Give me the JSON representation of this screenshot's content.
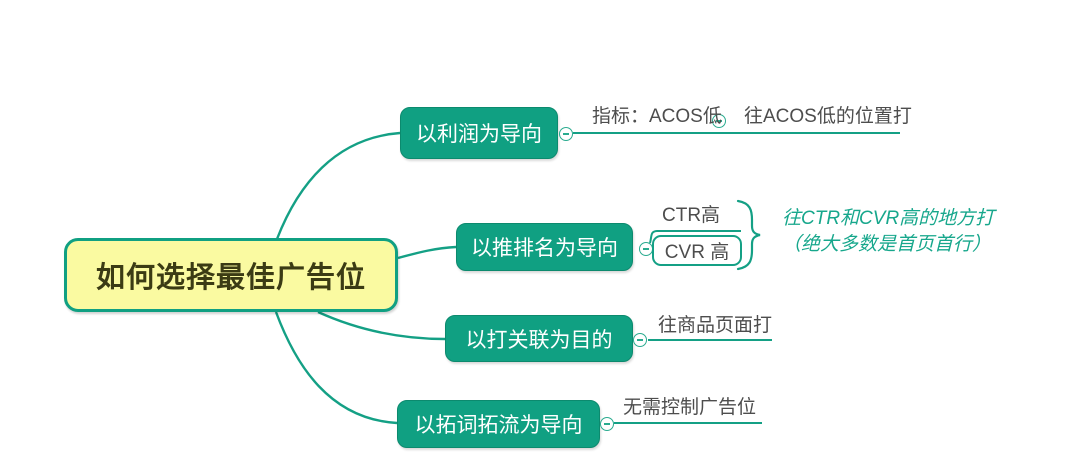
{
  "mindmap": {
    "root": {
      "label": "如何选择最佳广告位"
    },
    "branches": [
      {
        "label": "以利润为导向",
        "metric": "指标：ACOS低",
        "action": "往ACOS低的位置打"
      },
      {
        "label": "以推排名为导向",
        "factor1": "CTR高",
        "factor2": "CVR 高",
        "note1": "往CTR和CVR高的地方打",
        "note2": "（绝大多数是首页首行）"
      },
      {
        "label": "以打关联为目的",
        "action": "往商品页面打"
      },
      {
        "label": "以拓词拓流为导向",
        "action": "无需控制广告位"
      }
    ],
    "icons": {
      "collapse": "minus-circle-icon",
      "summary": "curly-brace-icon"
    },
    "colors": {
      "accent_teal": "#14a085",
      "branch_node_fill": "#10a082",
      "branch_node_text": "#ffffff",
      "root_fill": "#fafaa1",
      "root_border": "#10a082",
      "root_text": "#3b3b14",
      "label_text": "#4d4d4d",
      "note_text": "#17a78c"
    }
  }
}
